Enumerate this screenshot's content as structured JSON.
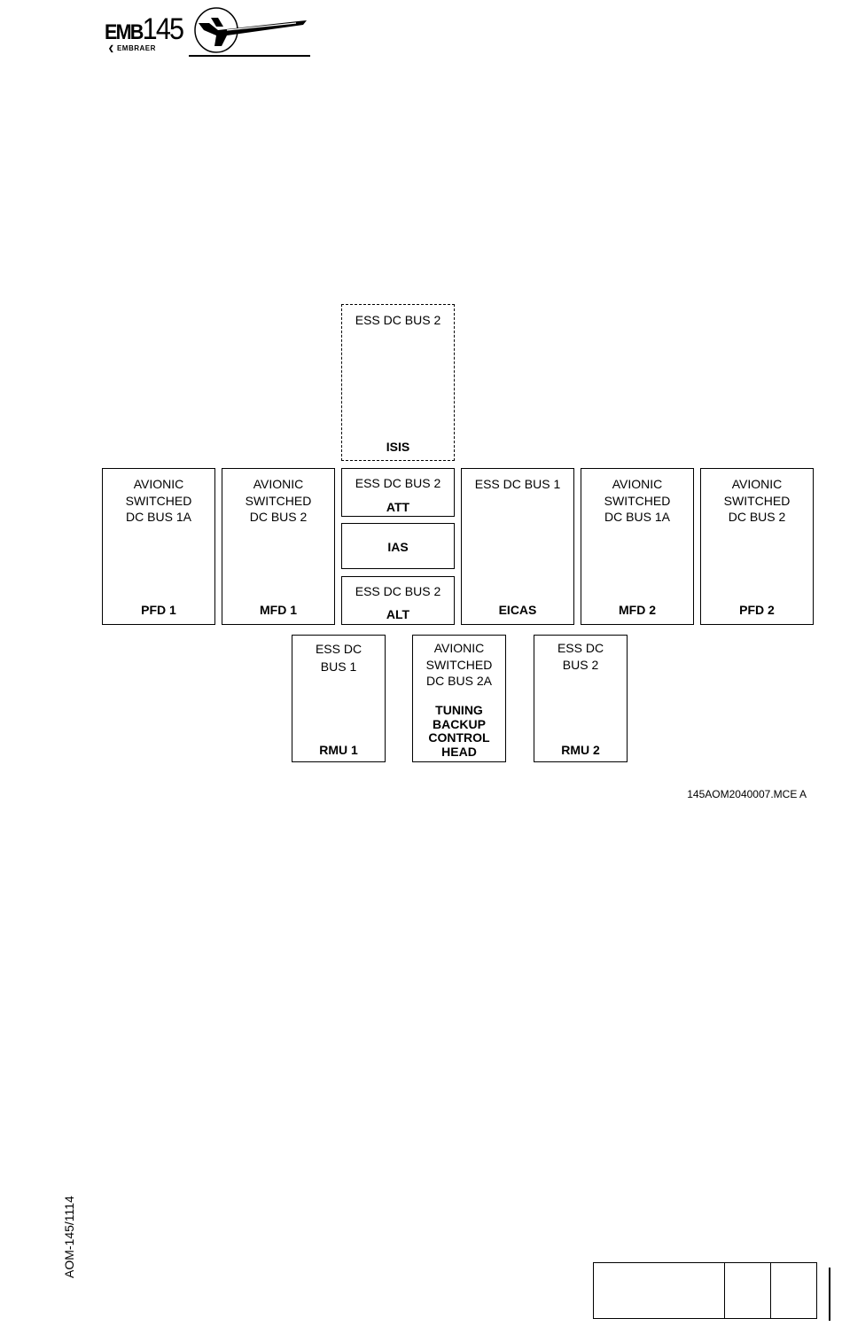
{
  "header": {
    "logo_main": "EMB",
    "logo_number": "145",
    "logo_sub": "EMBRAER"
  },
  "diagram": {
    "isis": {
      "source": "ESS DC BUS 2",
      "device": "ISIS"
    },
    "pfd1": {
      "source": "AVIONIC\nSWITCHED\nDC BUS 1A",
      "device": "PFD 1"
    },
    "mfd1": {
      "source": "AVIONIC\nSWITCHED\nDC BUS 2",
      "device": "MFD 1"
    },
    "att": {
      "source": "ESS DC BUS 2",
      "device": "ATT"
    },
    "ias": {
      "device": "IAS"
    },
    "alt": {
      "source": "ESS DC BUS 2",
      "device": "ALT"
    },
    "eicas": {
      "source": "ESS DC BUS 1",
      "device": "EICAS"
    },
    "mfd2": {
      "source": "AVIONIC\nSWITCHED\nDC BUS 1A",
      "device": "MFD 2"
    },
    "pfd2": {
      "source": "AVIONIC\nSWITCHED\nDC BUS 2",
      "device": "PFD 2"
    },
    "rmu1": {
      "source": "ESS DC\nBUS 1",
      "device": "RMU 1"
    },
    "tuning": {
      "source": "AVIONIC\nSWITCHED\nDC BUS 2A",
      "device": "TUNING\nBACKUP\nCONTROL\nHEAD"
    },
    "rmu2": {
      "source": "ESS DC\nBUS 2",
      "device": "RMU 2"
    }
  },
  "figure_id": "145AOM2040007.MCE A",
  "side_label": "AOM-145/1114"
}
